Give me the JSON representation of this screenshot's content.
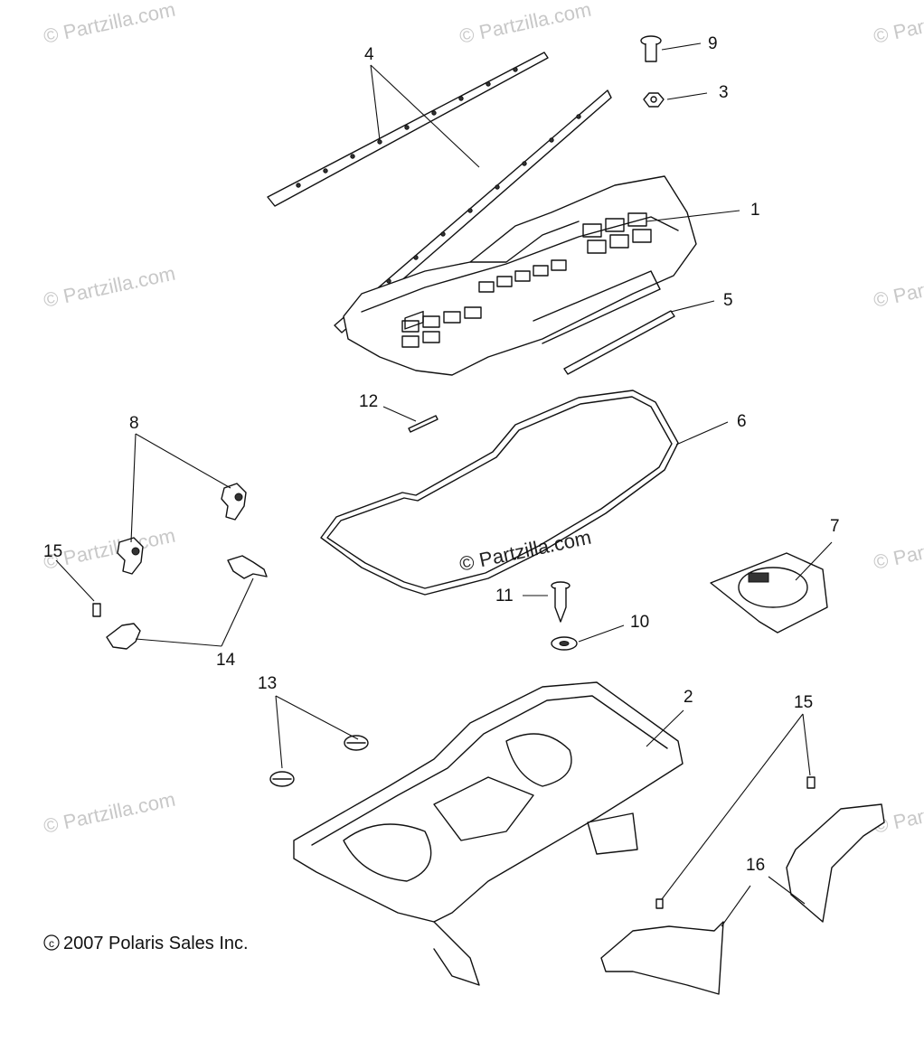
{
  "watermark": "© Partzilla.com",
  "center_watermark": "© Partzilla.com",
  "copyright": "2007 Polaris Sales Inc.",
  "copyright_symbol": "c",
  "callouts": [
    "1",
    "2",
    "3",
    "4",
    "5",
    "6",
    "7",
    "8",
    "9",
    "10",
    "11",
    "12",
    "13",
    "14",
    "15",
    "16"
  ]
}
